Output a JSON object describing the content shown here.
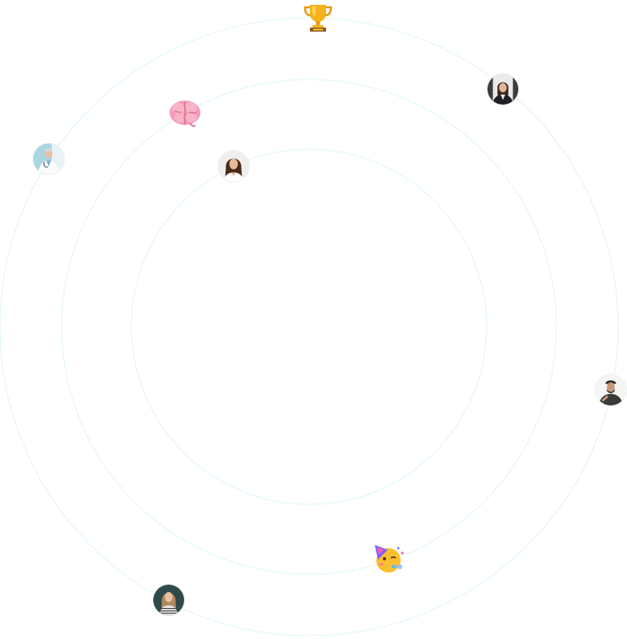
{
  "theme": {
    "orbit_color": "#dcf7f1",
    "background": "#ffffff"
  },
  "orbits": [
    {
      "name": "outer-orbit"
    },
    {
      "name": "middle-orbit"
    },
    {
      "name": "inner-orbit"
    }
  ],
  "nodes": [
    {
      "name": "trophy-icon",
      "kind": "emoji",
      "emoji": "trophy"
    },
    {
      "name": "brain-icon",
      "kind": "emoji",
      "emoji": "brain"
    },
    {
      "name": "partying-face-icon",
      "kind": "emoji",
      "emoji": "partying-face"
    },
    {
      "name": "avatar-woman-dark-blazer",
      "kind": "avatar"
    },
    {
      "name": "avatar-doctor-white-coat",
      "kind": "avatar"
    },
    {
      "name": "avatar-woman-long-hair",
      "kind": "avatar"
    },
    {
      "name": "avatar-man-beard-hat",
      "kind": "avatar"
    },
    {
      "name": "avatar-woman-striped-top",
      "kind": "avatar"
    }
  ]
}
